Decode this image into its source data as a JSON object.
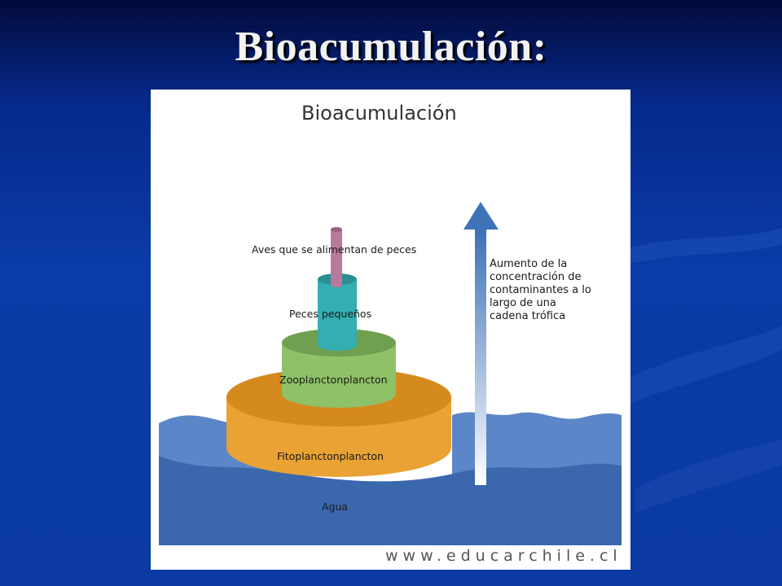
{
  "slide": {
    "title": "Bioacumulación:"
  },
  "diagram": {
    "title": "Bioacumulación",
    "levels": [
      {
        "label": "Aves que se alimentan de peces"
      },
      {
        "label": "Peces pequeños"
      },
      {
        "label": "Zooplanctonplancton"
      },
      {
        "label": "Fitoplanctonplancton"
      },
      {
        "label": "Agua"
      }
    ],
    "arrow_caption_lines": [
      "Aumento de la",
      "concentración de",
      "contaminantes a lo",
      "largo de una",
      "cadena trófica"
    ],
    "watermark": "www.educarchile.cl"
  },
  "colors": {
    "background": "#0a3aa2",
    "water_light": "#5b86c7",
    "water_dark": "#3b67ad",
    "fitoplancton": "#eba636",
    "zooplancton": "#8fc168",
    "peces": "#34aeb0",
    "aves": "#b77a9c",
    "arrow": "#3e73b8"
  }
}
